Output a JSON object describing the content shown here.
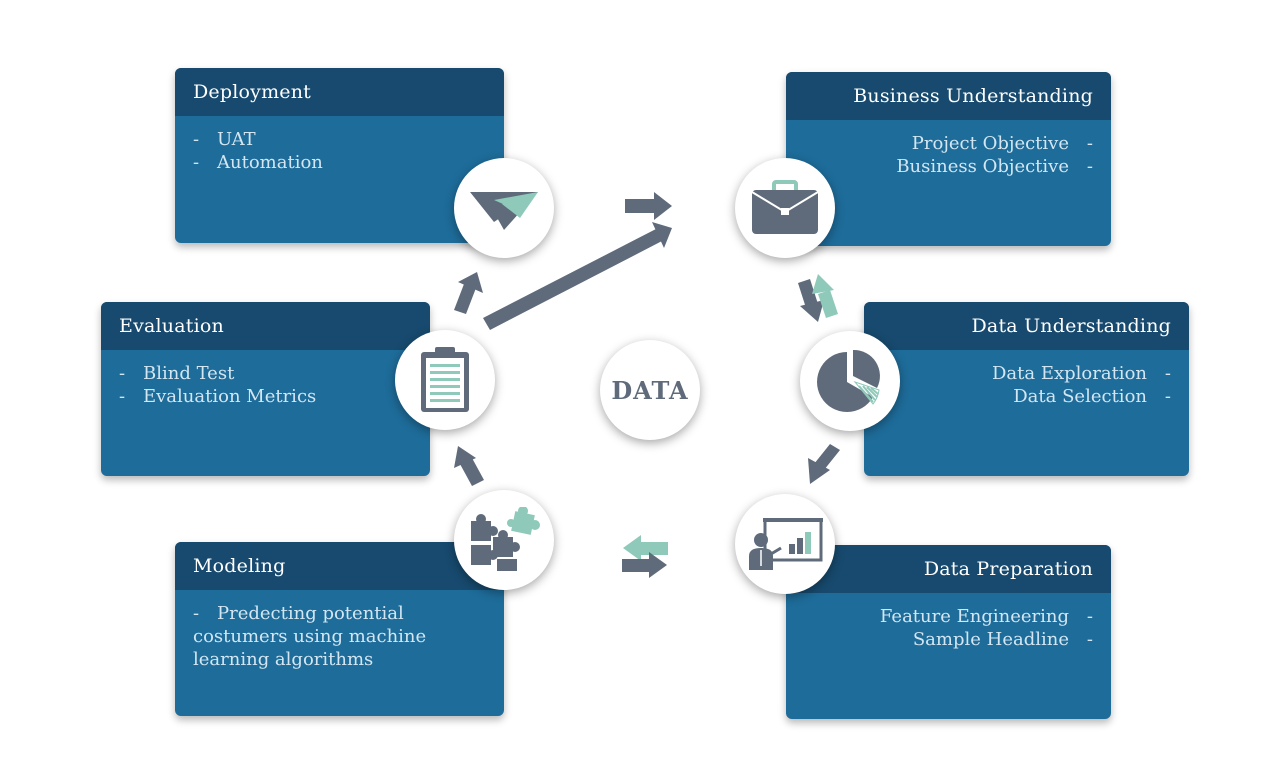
{
  "colors": {
    "card_body": "#1e6c9a",
    "card_header": "#174a6e",
    "arrow_slate": "#5f6b7b",
    "arrow_mint": "#8fc9b9"
  },
  "center": {
    "label": "DATA"
  },
  "cards": {
    "deployment": {
      "title": "Deployment",
      "items": [
        "UAT",
        "Automation"
      ],
      "icon": "paper-plane-icon"
    },
    "business_understanding": {
      "title": "Business Understanding",
      "items": [
        "Project Objective",
        "Business Objective"
      ],
      "icon": "briefcase-icon"
    },
    "evaluation": {
      "title": "Evaluation",
      "items": [
        "Blind Test",
        "Evaluation Metrics"
      ],
      "icon": "clipboard-icon"
    },
    "data_understanding": {
      "title": "Data Understanding",
      "items": [
        "Data Exploration",
        "Data Selection"
      ],
      "icon": "pie-chart-icon"
    },
    "modeling": {
      "title": "Modeling",
      "dash": "-",
      "line1": "Predecting potential",
      "line2": "costumers using machine",
      "line3": "learning algorithms",
      "icon": "puzzle-icon"
    },
    "data_preparation": {
      "title": "Data Preparation",
      "items": [
        "Feature Engineering",
        "Sample Headline"
      ],
      "icon": "presentation-icon"
    }
  }
}
